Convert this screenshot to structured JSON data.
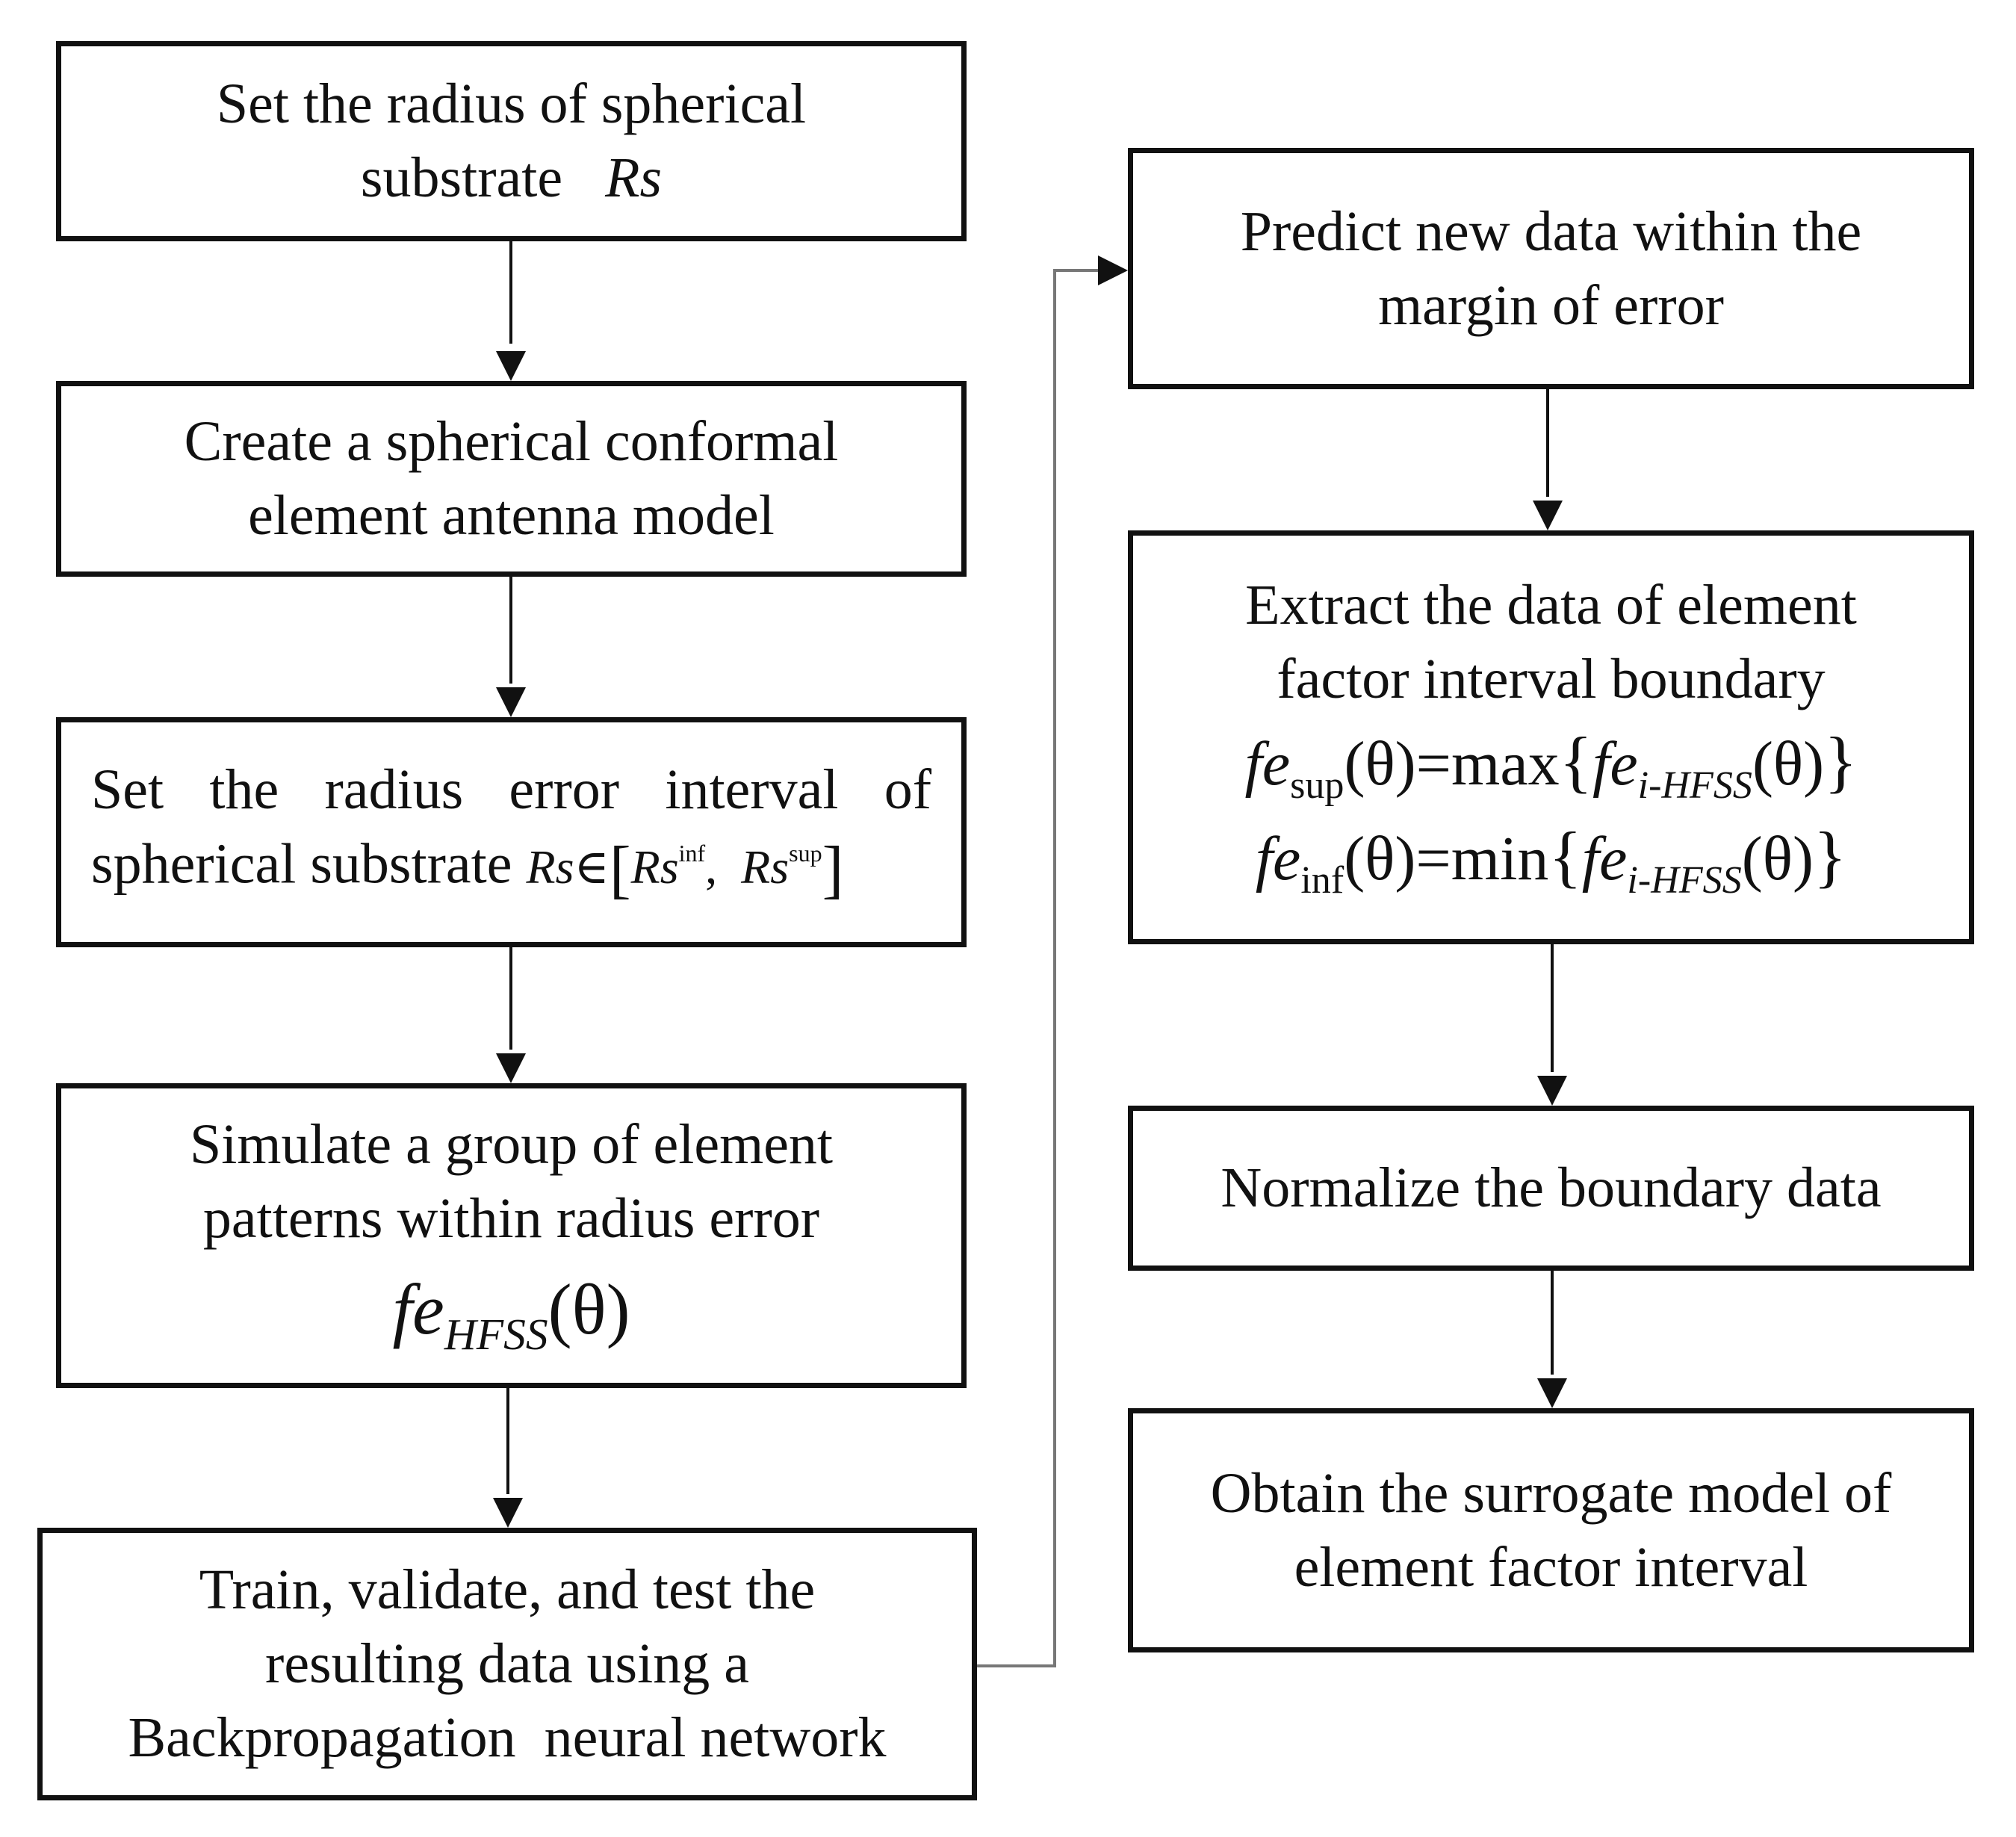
{
  "boxes": {
    "b1": {
      "line1": "Set the radius of spherical",
      "line2": "substrate"
    },
    "b2": {
      "line1": "Create a spherical conformal",
      "line2": "element antenna model"
    },
    "b3": {
      "line1": "Set the radius error interval of",
      "line2": "spherical substrate"
    },
    "b4": {
      "line1": "Simulate a group of element",
      "line2": "patterns within radius error"
    },
    "b5": {
      "line1": "Train, validate, and test the",
      "line2": "resulting data using a",
      "line3": "Backpropagation  neural network"
    },
    "b6": {
      "line1": "Predict new data within the",
      "line2": "margin of error"
    },
    "b7": {
      "line1": "Extract the data of element",
      "line2": "factor interval boundary"
    },
    "b8": {
      "line1": "Normalize the boundary data"
    },
    "b9": {
      "line1": "Obtain the surrogate model of",
      "line2": "element factor interval"
    }
  },
  "math": {
    "rs": "Rs",
    "in_sym": "∈",
    "inf": "inf",
    "sup": "sup",
    "fe": "fe",
    "hfss": "HFSS",
    "i_hfss": "i-HFSS",
    "theta_arg": "(θ)",
    "equals": "=",
    "max": "max",
    "min": "min"
  }
}
